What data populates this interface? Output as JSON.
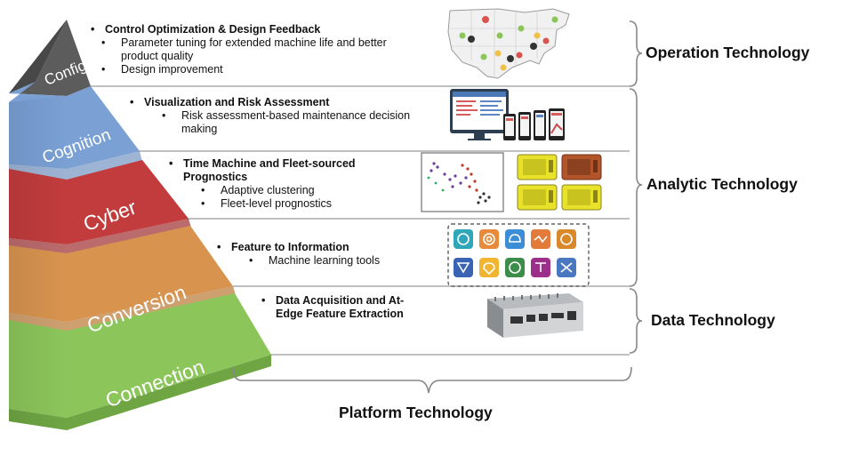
{
  "pyramid": {
    "tiers": [
      {
        "label": "Config",
        "color": "#5c5c5c"
      },
      {
        "label": "Cognition",
        "color": "#6e93c9"
      },
      {
        "label": "Cyber",
        "color": "#c0393b"
      },
      {
        "label": "Conversion",
        "color": "#d89552"
      },
      {
        "label": "Connection",
        "color": "#8bc45a"
      }
    ]
  },
  "layers": {
    "config": {
      "heading": "Control Optimization & Design Feedback",
      "items": [
        "Parameter tuning for extended machine life and better product quality",
        "Design improvement"
      ]
    },
    "cognition": {
      "heading": "Visualization and Risk Assessment",
      "items": [
        "Risk assessment-based maintenance decision making"
      ]
    },
    "cyber": {
      "heading": "Time Machine and Fleet-sourced Prognostics",
      "items": [
        "Adaptive clustering",
        "Fleet-level prognostics"
      ]
    },
    "conversion": {
      "heading": "Feature to Information",
      "items": [
        "Machine learning tools"
      ]
    },
    "connection": {
      "heading": "Data Acquisition and At-Edge Feature Extraction",
      "items": []
    }
  },
  "braces": {
    "operation": "Operation Technology",
    "analytic": "Analytic Technology",
    "data": "Data Technology",
    "platform": "Platform Technology"
  },
  "images": [
    {
      "icon": "us-map-icon"
    },
    {
      "icon": "dashboard-devices-icon"
    },
    {
      "icon": "cluster-scatter-icon"
    },
    {
      "icon": "machine-fleet-icon"
    },
    {
      "icon": "ml-tools-icon-grid"
    },
    {
      "icon": "edge-computer-icon"
    }
  ]
}
